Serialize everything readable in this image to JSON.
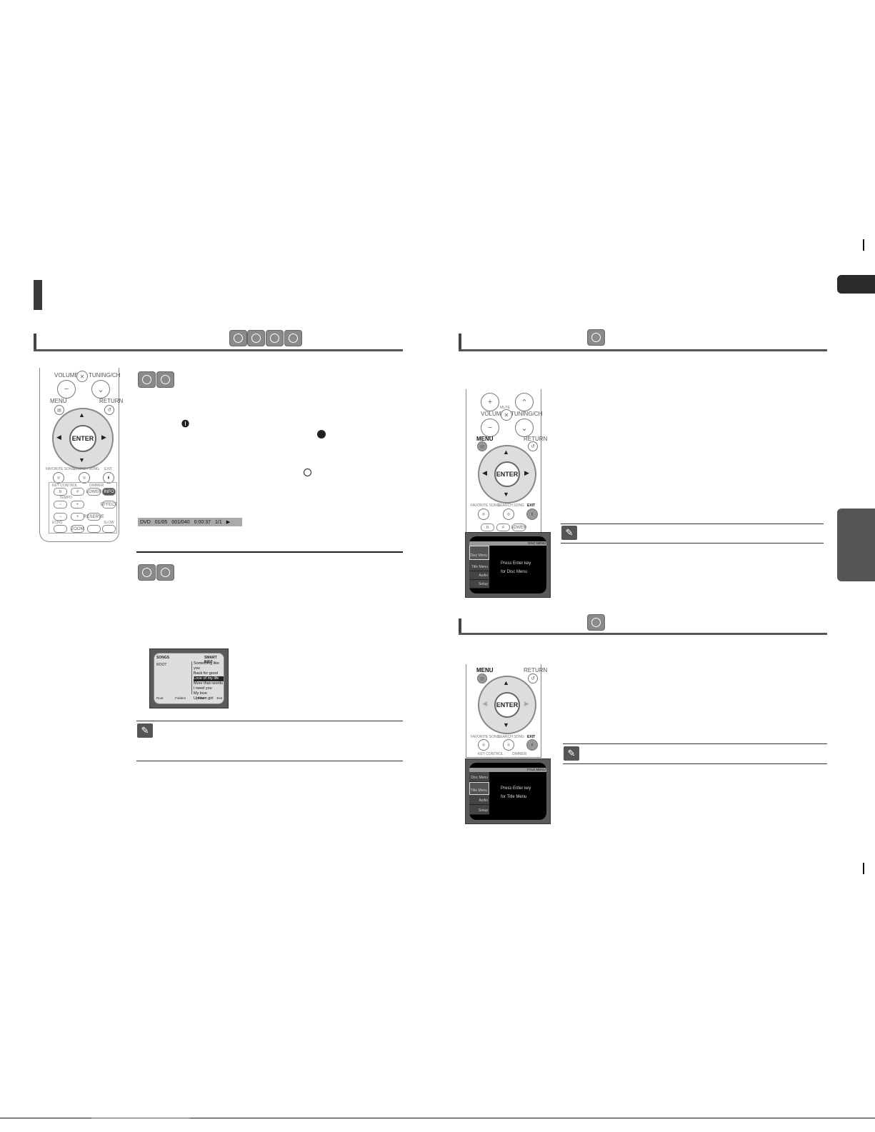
{
  "remote_labels": {
    "volume": "VOLUME",
    "tuning": "TUNING/CH",
    "menu": "MENU",
    "return": "RETURN",
    "enter": "ENTER",
    "mute": "MUTE",
    "favorite_song": "FAVORITE SONG",
    "search_song": "SEARCH SONG",
    "exit": "EXIT",
    "key_control": "KEY CONTROL",
    "dimmer": "DIMMER",
    "info": "INFO",
    "tempo": "TEMPO",
    "effect": "EFFECT",
    "echo": "ECHO",
    "zoom": "ZOOM",
    "reserve": "RESERVE",
    "slow": "SLOW",
    "b_flat": "b",
    "sharp": "#",
    "plus": "+",
    "minus": "−",
    "lower": "LOWER"
  },
  "info_bar": {
    "disc": "DVD",
    "title": "01/05",
    "chapter": "001/040",
    "time": "0:00:37",
    "angle": "1/1"
  },
  "mp3_screen": {
    "header": "SONGS",
    "header_right": "SMART NAVI",
    "folder": "ROOT",
    "tracks": [
      "Something like you",
      "Back for good",
      "Love of my life",
      "More than words",
      "I need you",
      "My love",
      "Uptown girl"
    ],
    "selected_index": 2,
    "footer": [
      "Root",
      "Folders",
      "Filter",
      "Exit"
    ]
  },
  "disc_menu_screen": {
    "header_right": "DISC MENU",
    "sidebar": [
      "Disc Menu",
      "Title Menu",
      "Audio",
      "Setup"
    ],
    "selected_index": 0,
    "message_line1": "Press Enter key",
    "message_line2": "for Disc Menu"
  },
  "title_menu_screen": {
    "header_right": "TITLE MENU",
    "sidebar": [
      "Disc Menu",
      "Title Menu",
      "Audio",
      "Setup"
    ],
    "selected_index": 1,
    "message_line1": "Press Enter key",
    "message_line2": "for Title Menu"
  },
  "icons": {
    "note": "pencil-note-icon",
    "disc_badge": "disc-type-badge-icon"
  }
}
